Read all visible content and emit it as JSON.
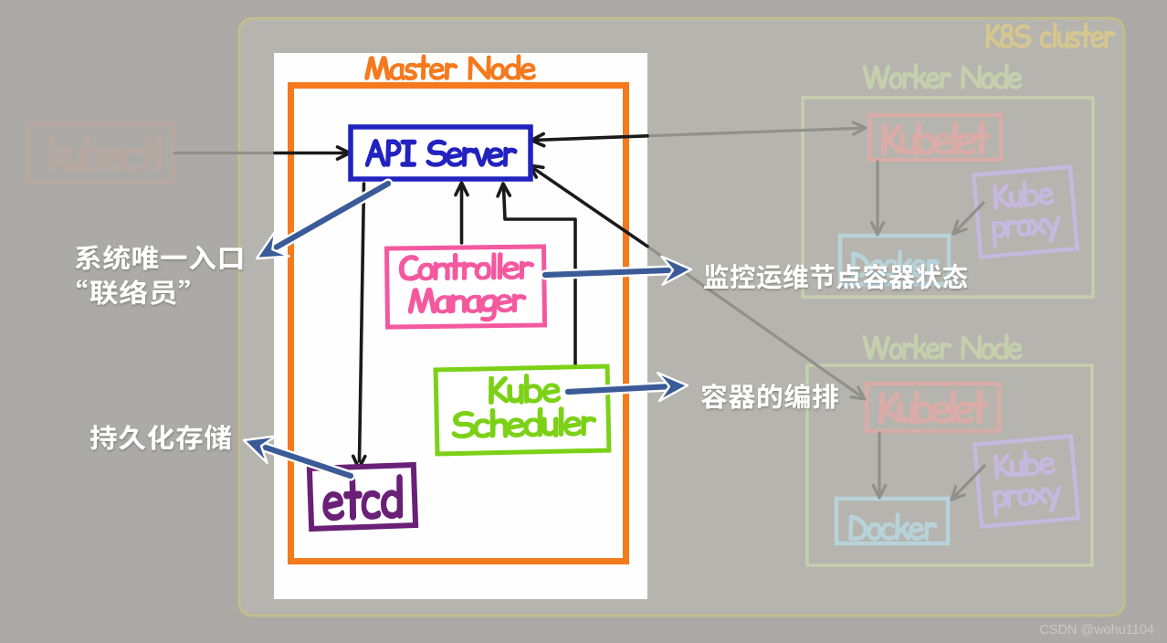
{
  "page": {
    "watermark": "CSDN @wohu1104"
  },
  "cluster": {
    "label": "K8S cluster"
  },
  "kubectl": {
    "label": "kubectl"
  },
  "master_node": {
    "title": "Master Node",
    "api_server": {
      "label": "API Server",
      "annotation": "系统唯一入口\n“联络员”"
    },
    "controller_manager": {
      "label": "Controller Manager",
      "annotation": "监控运维节点容器状态"
    },
    "kube_scheduler": {
      "label": "Kube Scheduler",
      "annotation": "容器的编排"
    },
    "etcd": {
      "label": "etcd",
      "annotation": "持久化存储"
    }
  },
  "worker_nodes": [
    {
      "title": "Worker Node",
      "components": {
        "kubelet": "Kubelet",
        "kube_proxy": "Kube proxy",
        "docker": "Docker"
      }
    },
    {
      "title": "Worker Node",
      "components": {
        "kubelet": "Kubelet",
        "kube_proxy": "Kube proxy",
        "docker": "Docker"
      }
    }
  ],
  "colors": {
    "master_border": "#f5791d",
    "api_server": "#2222c0",
    "controller_manager": "#f4599f",
    "kube_scheduler": "#7cd117",
    "etcd": "#6a2077",
    "annotation_arrow": "#3a5b97",
    "annotation_text": "#ffffff"
  }
}
